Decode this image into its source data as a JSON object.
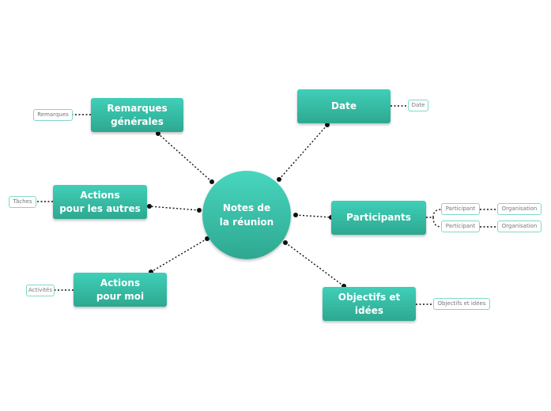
{
  "center": {
    "label": "Notes de\nla réunion"
  },
  "topics": {
    "remarques": {
      "label": "Remarques\ngénérales",
      "detail": "Remarques"
    },
    "actions_autres": {
      "label": "Actions\npour les autres",
      "detail": "Tâches"
    },
    "actions_moi": {
      "label": "Actions\npour moi",
      "detail": "Activités"
    },
    "date": {
      "label": "Date",
      "detail": "Date"
    },
    "participants": {
      "label": "Participants",
      "children": [
        {
          "label": "Participant",
          "detail": "Organisation"
        },
        {
          "label": "Participant",
          "detail": "Organisation"
        }
      ]
    },
    "objectifs": {
      "label": "Objectifs et\nidées",
      "detail": "Objectifs et idées"
    }
  },
  "colors": {
    "node_top": "#40cfb8",
    "node_bottom": "#2ea890",
    "sub_border": "#7fd8c9",
    "connector": "#111111"
  }
}
